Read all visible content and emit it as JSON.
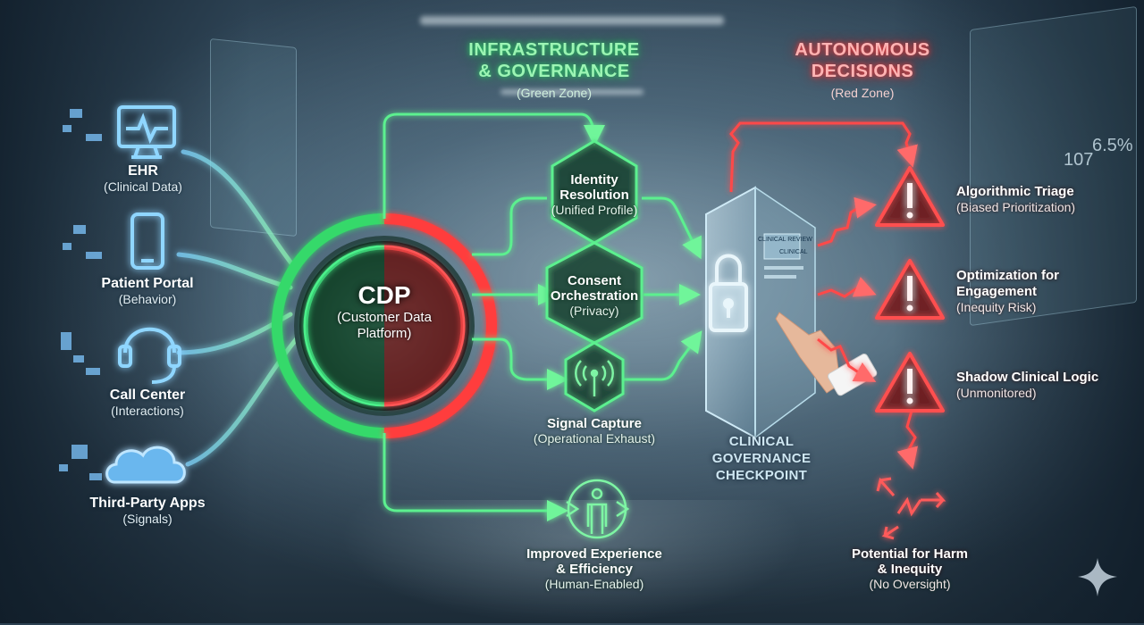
{
  "sources": [
    {
      "title": "EHR",
      "subtitle": "(Clinical Data)",
      "icon": "monitor-heartbeat-icon"
    },
    {
      "title": "Patient Portal",
      "subtitle": "(Behavior)",
      "icon": "smartphone-icon"
    },
    {
      "title": "Call Center",
      "subtitle": "(Interactions)",
      "icon": "headset-icon"
    },
    {
      "title": "Third-Party Apps",
      "subtitle": "(Signals)",
      "icon": "cloud-icon"
    }
  ],
  "cdp": {
    "title": "CDP",
    "subtitle_line1": "(Customer Data",
    "subtitle_line2": "Platform)"
  },
  "green_zone": {
    "title_line1": "INFRASTRUCTURE",
    "title_line2": "& GOVERNANCE",
    "subtitle": "(Green Zone)"
  },
  "red_zone": {
    "title_line1": "AUTONOMOUS",
    "title_line2": "DECISIONS",
    "subtitle": "(Red Zone)"
  },
  "green_nodes": [
    {
      "title": "Identity",
      "title2": "Resolution",
      "subtitle": "(Unified Profile)"
    },
    {
      "title": "Consent",
      "title2": "Orchestration",
      "subtitle": "(Privacy)"
    },
    {
      "title": "Signal Capture",
      "subtitle": "(Operational Exhaust)",
      "icon": "antenna-signal-icon"
    }
  ],
  "outcome": {
    "title_line1": "Improved Experience",
    "title_line2": "& Efficiency",
    "subtitle": "(Human-Enabled)",
    "icon": "person-flow-icon"
  },
  "checkpoint": {
    "line1": "CLINICAL",
    "line2": "GOVERNANCE",
    "line3": "CHECKPOINT",
    "icon": "padlock-icon",
    "screen_label1": "CLINICAL REVIEW",
    "screen_label2": "CLINICAL"
  },
  "risks": [
    {
      "title": "Algorithmic Triage",
      "subtitle": "(Biased Prioritization)",
      "icon": "warning-triangle-icon"
    },
    {
      "title": "Optimization for",
      "title2": "Engagement",
      "subtitle": "(Inequity Risk)",
      "icon": "warning-triangle-icon"
    },
    {
      "title": "Shadow Clinical Logic",
      "subtitle": "(Unmonitored)",
      "icon": "warning-triangle-icon"
    }
  ],
  "harm": {
    "title_line1": "Potential for Harm",
    "title_line2": "& Inequity",
    "subtitle": "(No Oversight)",
    "icon": "broken-arrows-icon"
  },
  "background_screen": {
    "value1": "107",
    "value2": "6.5%"
  },
  "colors": {
    "green": "#3ee87a",
    "red": "#ff4a4a",
    "blue": "#6fc8ff"
  }
}
